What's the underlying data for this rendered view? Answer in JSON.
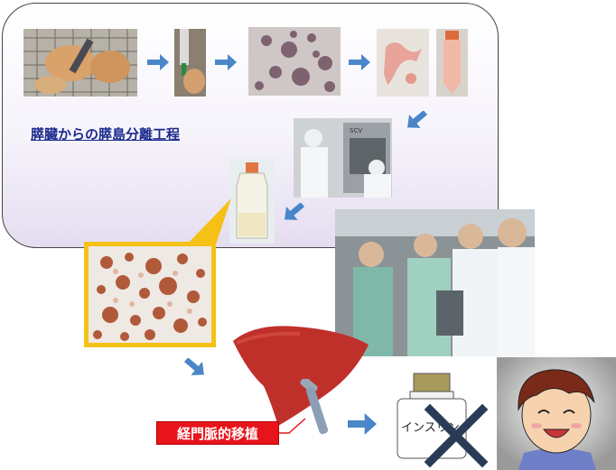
{
  "process": {
    "title": "膵臓からの膵島分離工程"
  },
  "transplant": {
    "label": "経門脈的移植"
  },
  "insulin": {
    "label": "インスリン"
  },
  "colors": {
    "arrow": "#4a86c8",
    "label_bg": "#e8141b",
    "liver": "#c0302a",
    "title": "#1a2a8c",
    "cross": "#2a3c55"
  },
  "icons": [
    "arrow-right-icon",
    "arrow-down-left-icon",
    "cross-mark-icon",
    "syringe-icon",
    "insulin-bottle-icon",
    "smiling-face-icon"
  ]
}
